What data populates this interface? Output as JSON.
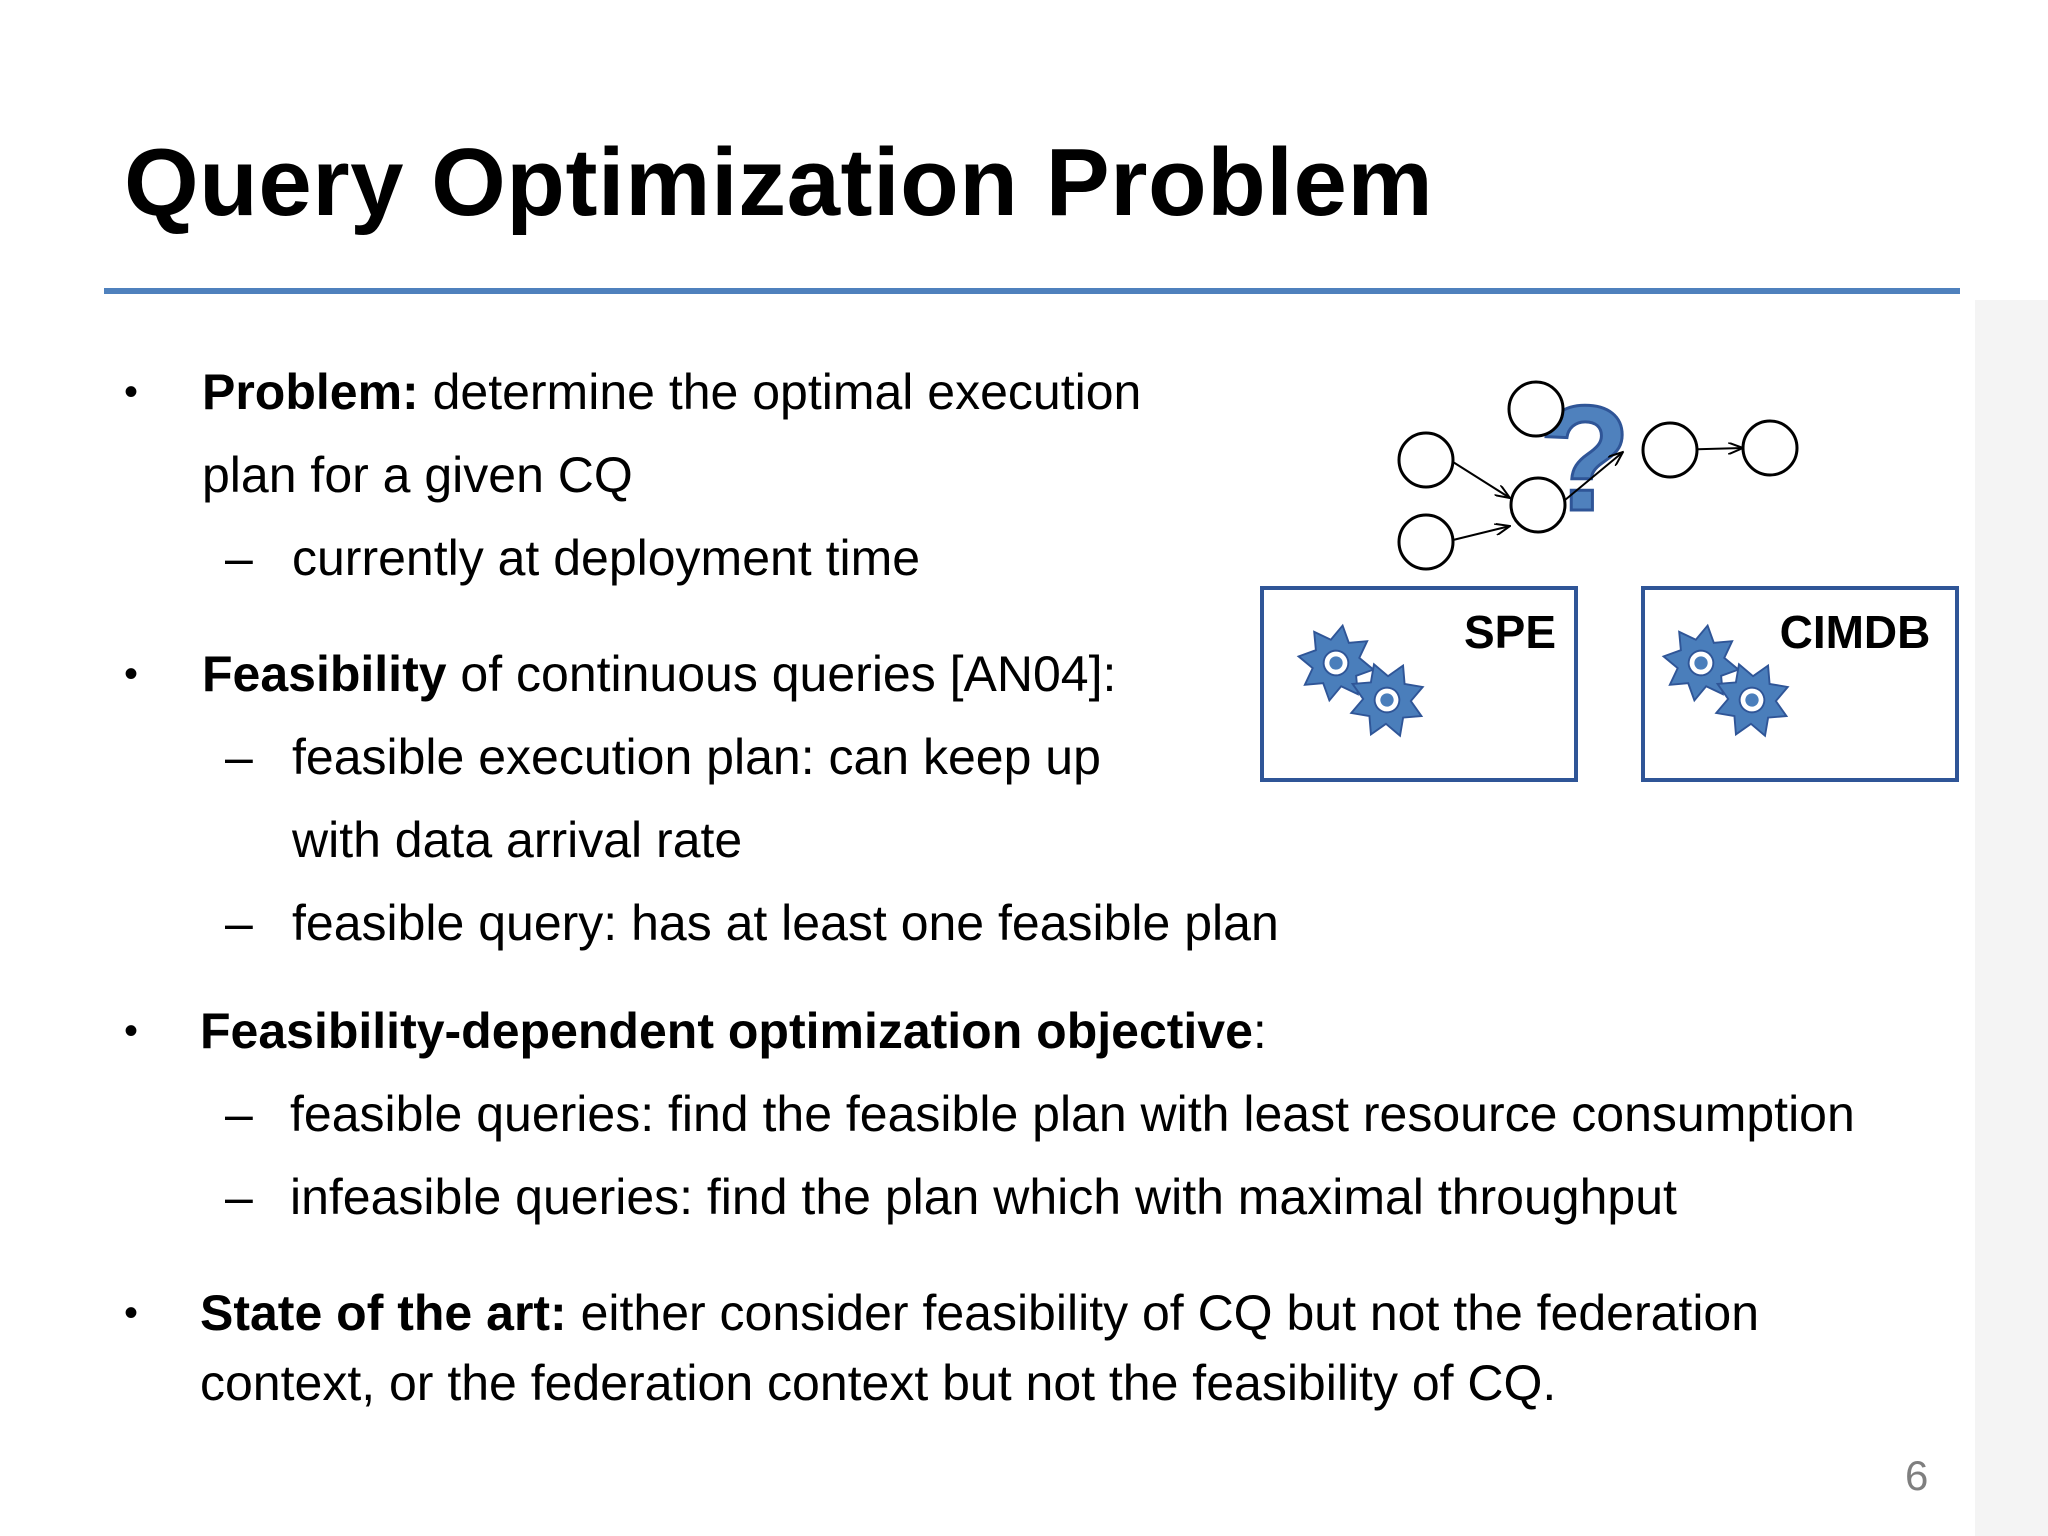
{
  "slide": {
    "title": "Query Optimization Problem",
    "page_number": "6"
  },
  "bullets": {
    "b1": {
      "bullet": "•",
      "bold": "Problem:",
      "text1": " determine the optimal execution",
      "text2": "plan for a given CQ",
      "sub1": "currently at deployment time"
    },
    "b2": {
      "bullet": "•",
      "bold": "Feasibility",
      "text1": " of continuous queries [AN04]:",
      "sub1a": "feasible execution plan: can keep up",
      "sub1b": "with data arrival rate",
      "sub2": "feasible query: has at least one feasible plan"
    },
    "b3": {
      "bullet": "•",
      "bold": "Feasibility-dependent optimization objective",
      "text1": ":",
      "sub1": "feasible queries: find the feasible plan with least resource consumption",
      "sub2": "infeasible queries: find the plan which with maximal throughput"
    },
    "b4": {
      "bullet": "•",
      "bold": "State of the art:",
      "text1": " either consider feasibility of CQ but not the federation",
      "text2": "context, or the federation context but not the feasibility of CQ."
    },
    "dash": "–"
  },
  "diagram": {
    "question_mark": "?",
    "box1_label": "SPE",
    "box2_label": "CIMDB",
    "box1_icon": "gears-icon",
    "box2_icon": "gears-icon",
    "colors": {
      "box_border": "#2f5597",
      "gear_fill": "#4a7ebb",
      "question_fill": "#4f81bd"
    }
  },
  "colors": {
    "rule": "#4f81bd",
    "page_number": "#7f7f7f"
  }
}
